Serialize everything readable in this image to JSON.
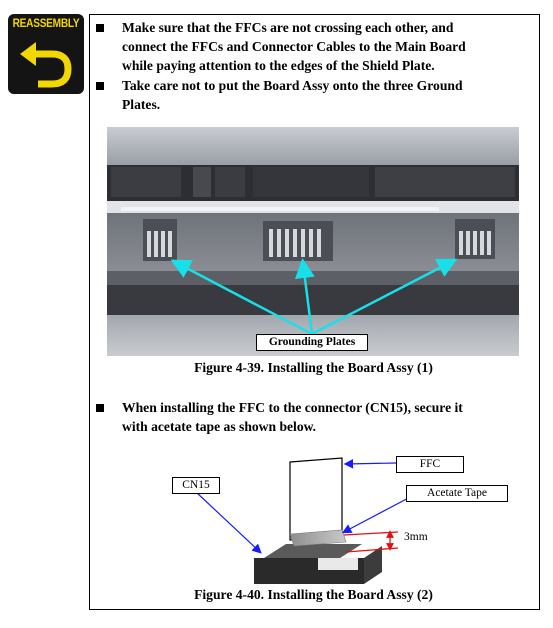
{
  "badge": {
    "label": "REASSEMBLY",
    "icon": "u-turn-arrow-icon",
    "bg": "#141414",
    "accent": "#f2d600"
  },
  "bullets": [
    "Make sure that the FFCs are not crossing each other, and",
    "connect the FFCs and Connector Cables to the Main Board",
    "while paying attention to the edges of the Shield Plate.",
    "Take care not to put the Board Assy onto the three Ground",
    "Plates."
  ],
  "figure1": {
    "callout": "Grounding Plates",
    "caption": "Figure 4-39.  Installing the Board Assy (1)"
  },
  "bullet3": [
    "When installing the FFC to the connector (CN15), secure it",
    "with acetate tape as shown below."
  ],
  "figure2": {
    "labels": {
      "ffc": "FFC",
      "cn15": "CN15",
      "tape": "Acetate Tape",
      "dimension": "3mm"
    },
    "caption": "Figure 4-40.  Installing the Board Assy (2)"
  },
  "colors": {
    "arrow_cyan": "#18e0e8",
    "arrow_blue": "#1a1aff",
    "dim_red": "#e01010"
  }
}
